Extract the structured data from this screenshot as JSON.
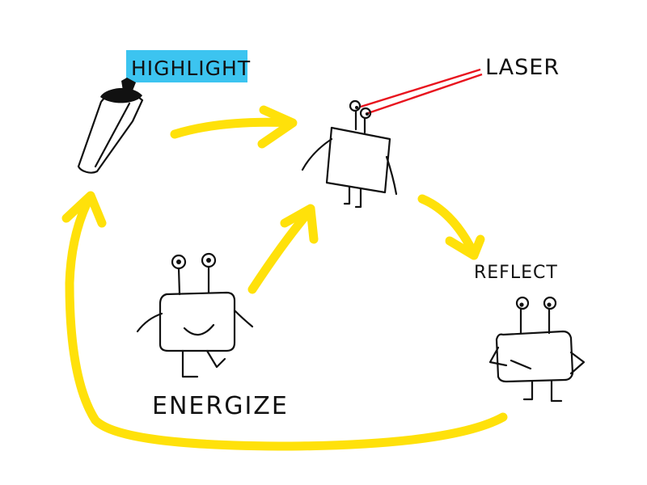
{
  "labels": {
    "highlight": "HIGHLIGHT",
    "laser": "LASER",
    "reflect": "REFLECT",
    "energize": "ENERGIZE"
  },
  "colors": {
    "arrow": "#FFE10A",
    "highlight_box": "#3CC4F0",
    "highlighter_body": "#3CB8EE",
    "highlighter_cap": "#111111",
    "laser_beam": "#E8141E",
    "laser_creature": "#C89090",
    "reflect_creature": "#9DB8C2",
    "energize_creature": "#A7BC99",
    "ink": "#111111"
  },
  "icons": {
    "highlighter": "highlighter-pen-icon",
    "laser_creature": "laser-eyed-box-creature",
    "reflect_creature": "reflecting-box-creature",
    "energize_creature": "smiling-box-creature"
  }
}
